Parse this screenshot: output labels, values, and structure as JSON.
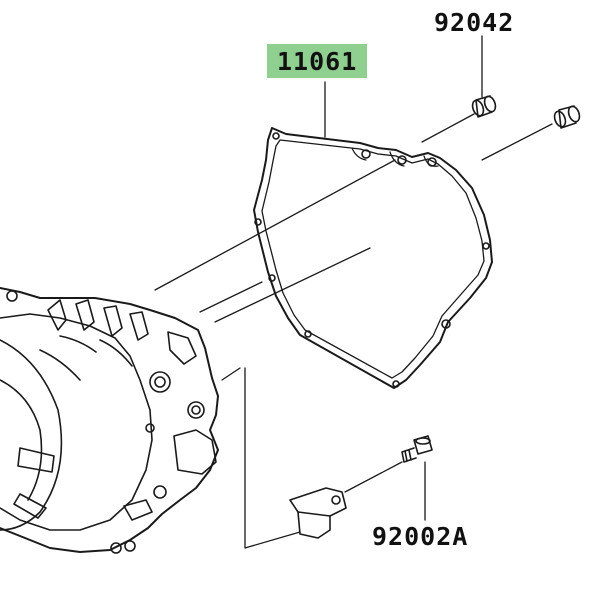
{
  "labels": {
    "p92042": "92042",
    "p11061": "11061",
    "p92002a": "92002A"
  },
  "colors": {
    "highlight": "#8fcf8f",
    "line": "#1a1a1a"
  }
}
